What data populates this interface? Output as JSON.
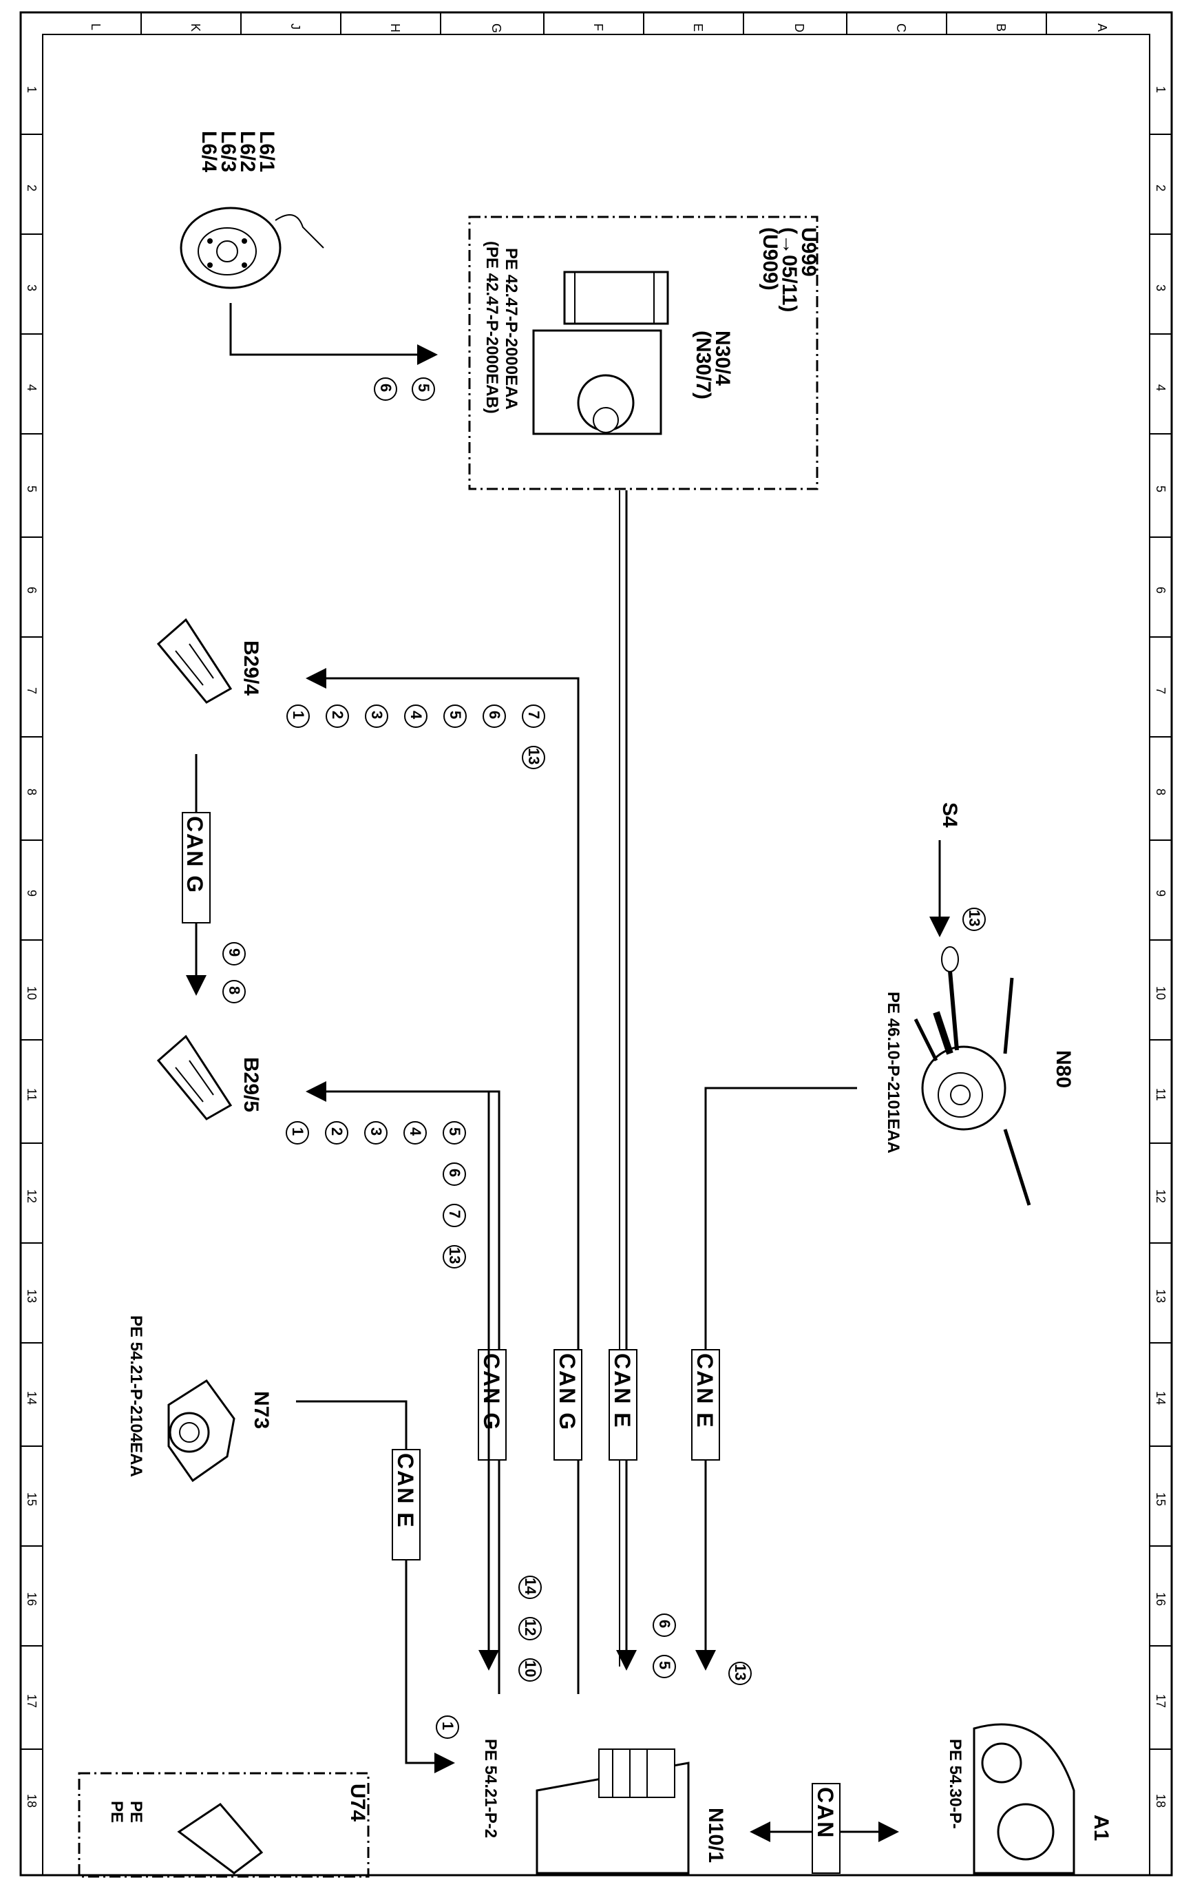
{
  "grid": {
    "columns": [
      "L",
      "K",
      "J",
      "H",
      "G",
      "F",
      "E",
      "D",
      "C",
      "B",
      "A"
    ],
    "rows": [
      "1",
      "2",
      "3",
      "4",
      "5",
      "6",
      "7",
      "8",
      "9",
      "10",
      "11",
      "12",
      "13",
      "14",
      "15",
      "16",
      "17",
      "18"
    ]
  },
  "components": {
    "l6": {
      "lines": [
        "L6/1",
        "L6/2",
        "L6/3",
        "L6/4"
      ]
    },
    "n30": {
      "lines": [
        "U999",
        "(→05/11)",
        "(U909)",
        "N30/4",
        "(N30/7)"
      ],
      "refs": [
        "PE 42.47-P-2000EAA",
        "(PE 42.47-P-2000EAB)"
      ]
    },
    "b29_4": {
      "label": "B29/4"
    },
    "b29_5": {
      "label": "B29/5"
    },
    "s4": {
      "label": "S4"
    },
    "n80": {
      "label": "N80",
      "ref": "PE 46.10-P-2101EAA"
    },
    "n73": {
      "label": "N73",
      "ref": "PE 54.21-P-2104EAA"
    },
    "n10": {
      "label": "N10/1",
      "ref": "PE 54.21-P-2"
    },
    "a1": {
      "label": "A1",
      "ref": "PE 54.30-P-"
    },
    "u74": {
      "label": "U74",
      "refs": [
        "PE",
        "PE"
      ]
    }
  },
  "can_labels": {
    "g_b29": "CAN G",
    "g1": "CAN G",
    "g2": "CAN G",
    "e1": "CAN E",
    "e2": "CAN E",
    "e_n73": "CAN E",
    "a1_can": "CAN"
  },
  "circles": {
    "l6_to_n30": [
      "5",
      "6"
    ],
    "b29_4": [
      "7",
      "6",
      "5",
      "4",
      "3",
      "2",
      "1"
    ],
    "b29_4_extra": "13",
    "b29_link": [
      "9",
      "8"
    ],
    "b29_5": [
      "5",
      "4",
      "3",
      "2",
      "1"
    ],
    "b29_5_extra": [
      "6",
      "7",
      "13"
    ],
    "s4": "13",
    "g_to_n10": [
      "14",
      "12",
      "10"
    ],
    "e_to_n10": [
      "6",
      "5"
    ],
    "n80_to_n10": "13",
    "n73_to_n10": "1"
  }
}
